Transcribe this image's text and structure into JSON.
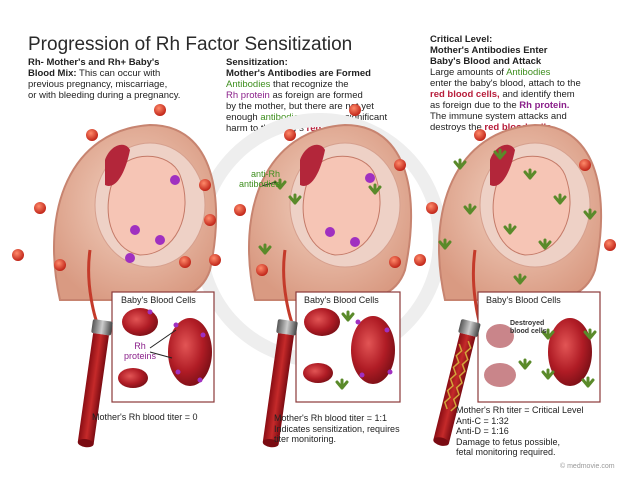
{
  "title": "Progression of Rh Factor Sensitization",
  "panel1": {
    "heading_line1": "Rh- Mother's and Rh+ Baby's",
    "heading_line2": "Blood Mix:",
    "text": "This can occur with previous pregnancy, miscarriage, or with bleeding during a pregnancy.",
    "text_l1": "This can occur with",
    "text_l2": "previous pregnancy, miscarriage,",
    "text_l3": "or with bleeding during a pregnancy.",
    "inset_label": "Baby's Blood Cells",
    "rh_proteins_l1": "Rh",
    "rh_proteins_l2": "proteins",
    "footer": "Mother's Rh blood titer = 0"
  },
  "panel2": {
    "heading_line1": "Sensitization:",
    "heading_line2": "Mother's Antibodies are Formed",
    "antibodies_word": "Antibodies",
    "t1": "that recognize the",
    "rh_protein": "Rh protein",
    "t2": "as foreign are formed",
    "t3": "by the mother, but there are not yet",
    "t4": "enough",
    "antibodies_word2": "antibodies",
    "t5": "to cause significant",
    "t6": "harm to the baby's",
    "rbc": "red blood cells.",
    "anti_rh_l1": "anti-Rh",
    "anti_rh_l2": "antibodies",
    "inset_label": "Baby's Blood Cells",
    "footer_l1": "Mother's Rh blood titer = 1:1",
    "footer_l2": "Indicates sensitization, requires",
    "footer_l3": "titer monitoring."
  },
  "panel3": {
    "heading_line1": "Critical Level:",
    "heading_line2": "Mother's Antibodies Enter",
    "heading_line3": "Baby's Blood and Attack",
    "t1": "Large amounts of",
    "antibodies_word": "Antibodies",
    "t2": "enter the baby's blood, attach to the",
    "rbc": "red blood cells,",
    "t3": "and identify them",
    "t4": "as foreign due to the",
    "rh_protein": "Rh protein.",
    "t5": "The immune system attacks and",
    "t6": "destroys the",
    "rbc2": "red blood cells.",
    "inset_label": "Baby's Blood Cells",
    "destroyed_l1": "Destroyed",
    "destroyed_l2": "blood cells",
    "footer_l1": "Mother's Rh titer = Critical Level",
    "footer_l2": "Anti-C = 1:32",
    "footer_l3": "Anti-D = 1:16",
    "footer_l4": "Damage to fetus possible,",
    "footer_l5": "fetal monitoring required."
  },
  "copyright": "© medmovie.com",
  "colors": {
    "minus_cell": "#d63a2a",
    "antibody": "#5a8a2a",
    "rbc": "#b5202a",
    "rh_marker": "#a030c0",
    "uterus": "#e7b9a3",
    "inset_border": "#8b3a3a"
  }
}
